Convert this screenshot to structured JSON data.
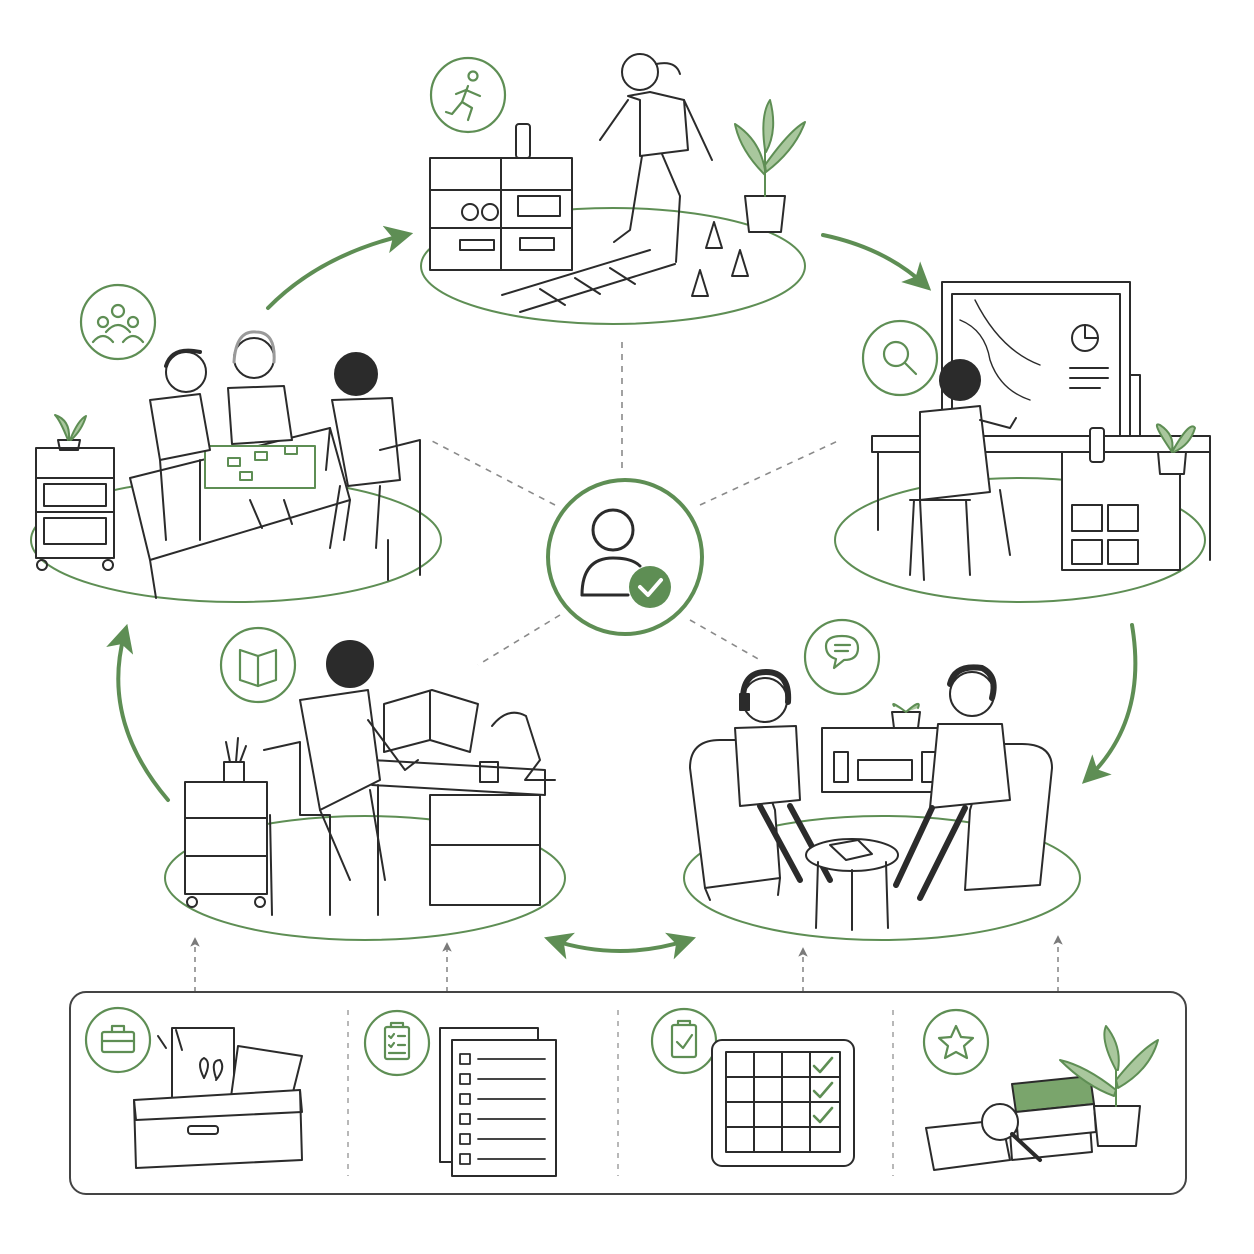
{
  "theme": {
    "accent": "#5e8e54",
    "accent_light": "#a9c79d",
    "ink": "#2b2b2b",
    "muted": "#9a9a9a",
    "paper": "#ffffff",
    "leaf": "#7aa56c"
  },
  "hub": {
    "icon": "learner-check-icon"
  },
  "stations": [
    {
      "id": "movement",
      "icon": "running-figure-icon",
      "scene": "movement-agility-ladder-scene"
    },
    {
      "id": "research",
      "icon": "magnifier-icon",
      "scene": "digital-map-research-scene"
    },
    {
      "id": "discussion",
      "icon": "speech-bubble-icon",
      "scene": "listening-discussion-lounge-scene"
    },
    {
      "id": "reading",
      "icon": "open-book-icon",
      "scene": "independent-reading-desk-scene"
    },
    {
      "id": "collaboration",
      "icon": "group-people-icon",
      "scene": "group-table-collaboration-scene"
    }
  ],
  "resources": [
    {
      "id": "toolkit",
      "icon": "toolbox-icon",
      "item": "supply-caddy-illustration"
    },
    {
      "id": "checklist",
      "icon": "clipboard-list-icon",
      "item": "checklist-pages-illustration"
    },
    {
      "id": "assessment",
      "icon": "clipboard-check-icon",
      "item": "tablet-grid-illustration"
    },
    {
      "id": "enrichment",
      "icon": "star-icon",
      "item": "books-and-plant-illustration"
    }
  ]
}
